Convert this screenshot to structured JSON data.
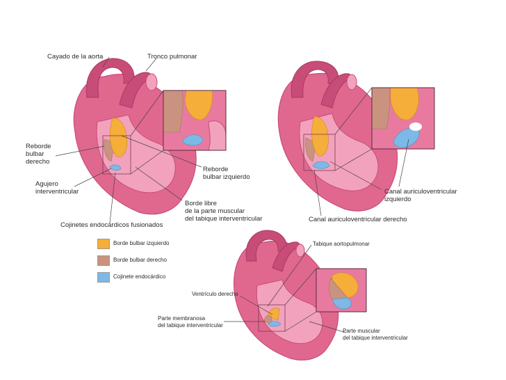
{
  "colors": {
    "heart": "#e0688f",
    "heart_dark": "#c84c78",
    "heart_light": "#f2a2bd",
    "inset_bg": "#e87aa0",
    "left_bulbar": "#f5ae3a",
    "right_bulbar": "#c9937f",
    "cushion": "#7cb9e6",
    "line": "#444444"
  },
  "labels": {
    "aortic_arch": "Cayado de la aorta",
    "pulmonary_trunk": "Tronco pulmonar",
    "right_bulbar_ridge": "Reborde\nbulbar\nderecho",
    "left_bulbar_ridge": "Reborde\nbulbar izquierdo",
    "iv_foramen": "Agujero\ninterventricular",
    "free_edge": "Borde libre\nde la parte muscular\ndel tabique interventricular",
    "fused_cushions": "Cojinetes endocárdicos fusionados",
    "left_av_canal": "Canal auriculoventricular\nizquierdo",
    "right_av_canal": "Canal auriculoventricular derecho",
    "aortopulmonary_septum": "Tabique aortopulmonar",
    "right_ventricle": "Ventrículo derecho",
    "membranous_part": "Parte membranosa\ndel tabique interventricular",
    "muscular_part": "Parte muscular\ndel tabique interventricular"
  },
  "legend": [
    {
      "label": "Borde bulbar izquierdo",
      "color": "#f5ae3a"
    },
    {
      "label": "Borde bulbar derecho",
      "color": "#c9937f"
    },
    {
      "label": "Cojinete endocárdico",
      "color": "#7cb9e6"
    }
  ]
}
